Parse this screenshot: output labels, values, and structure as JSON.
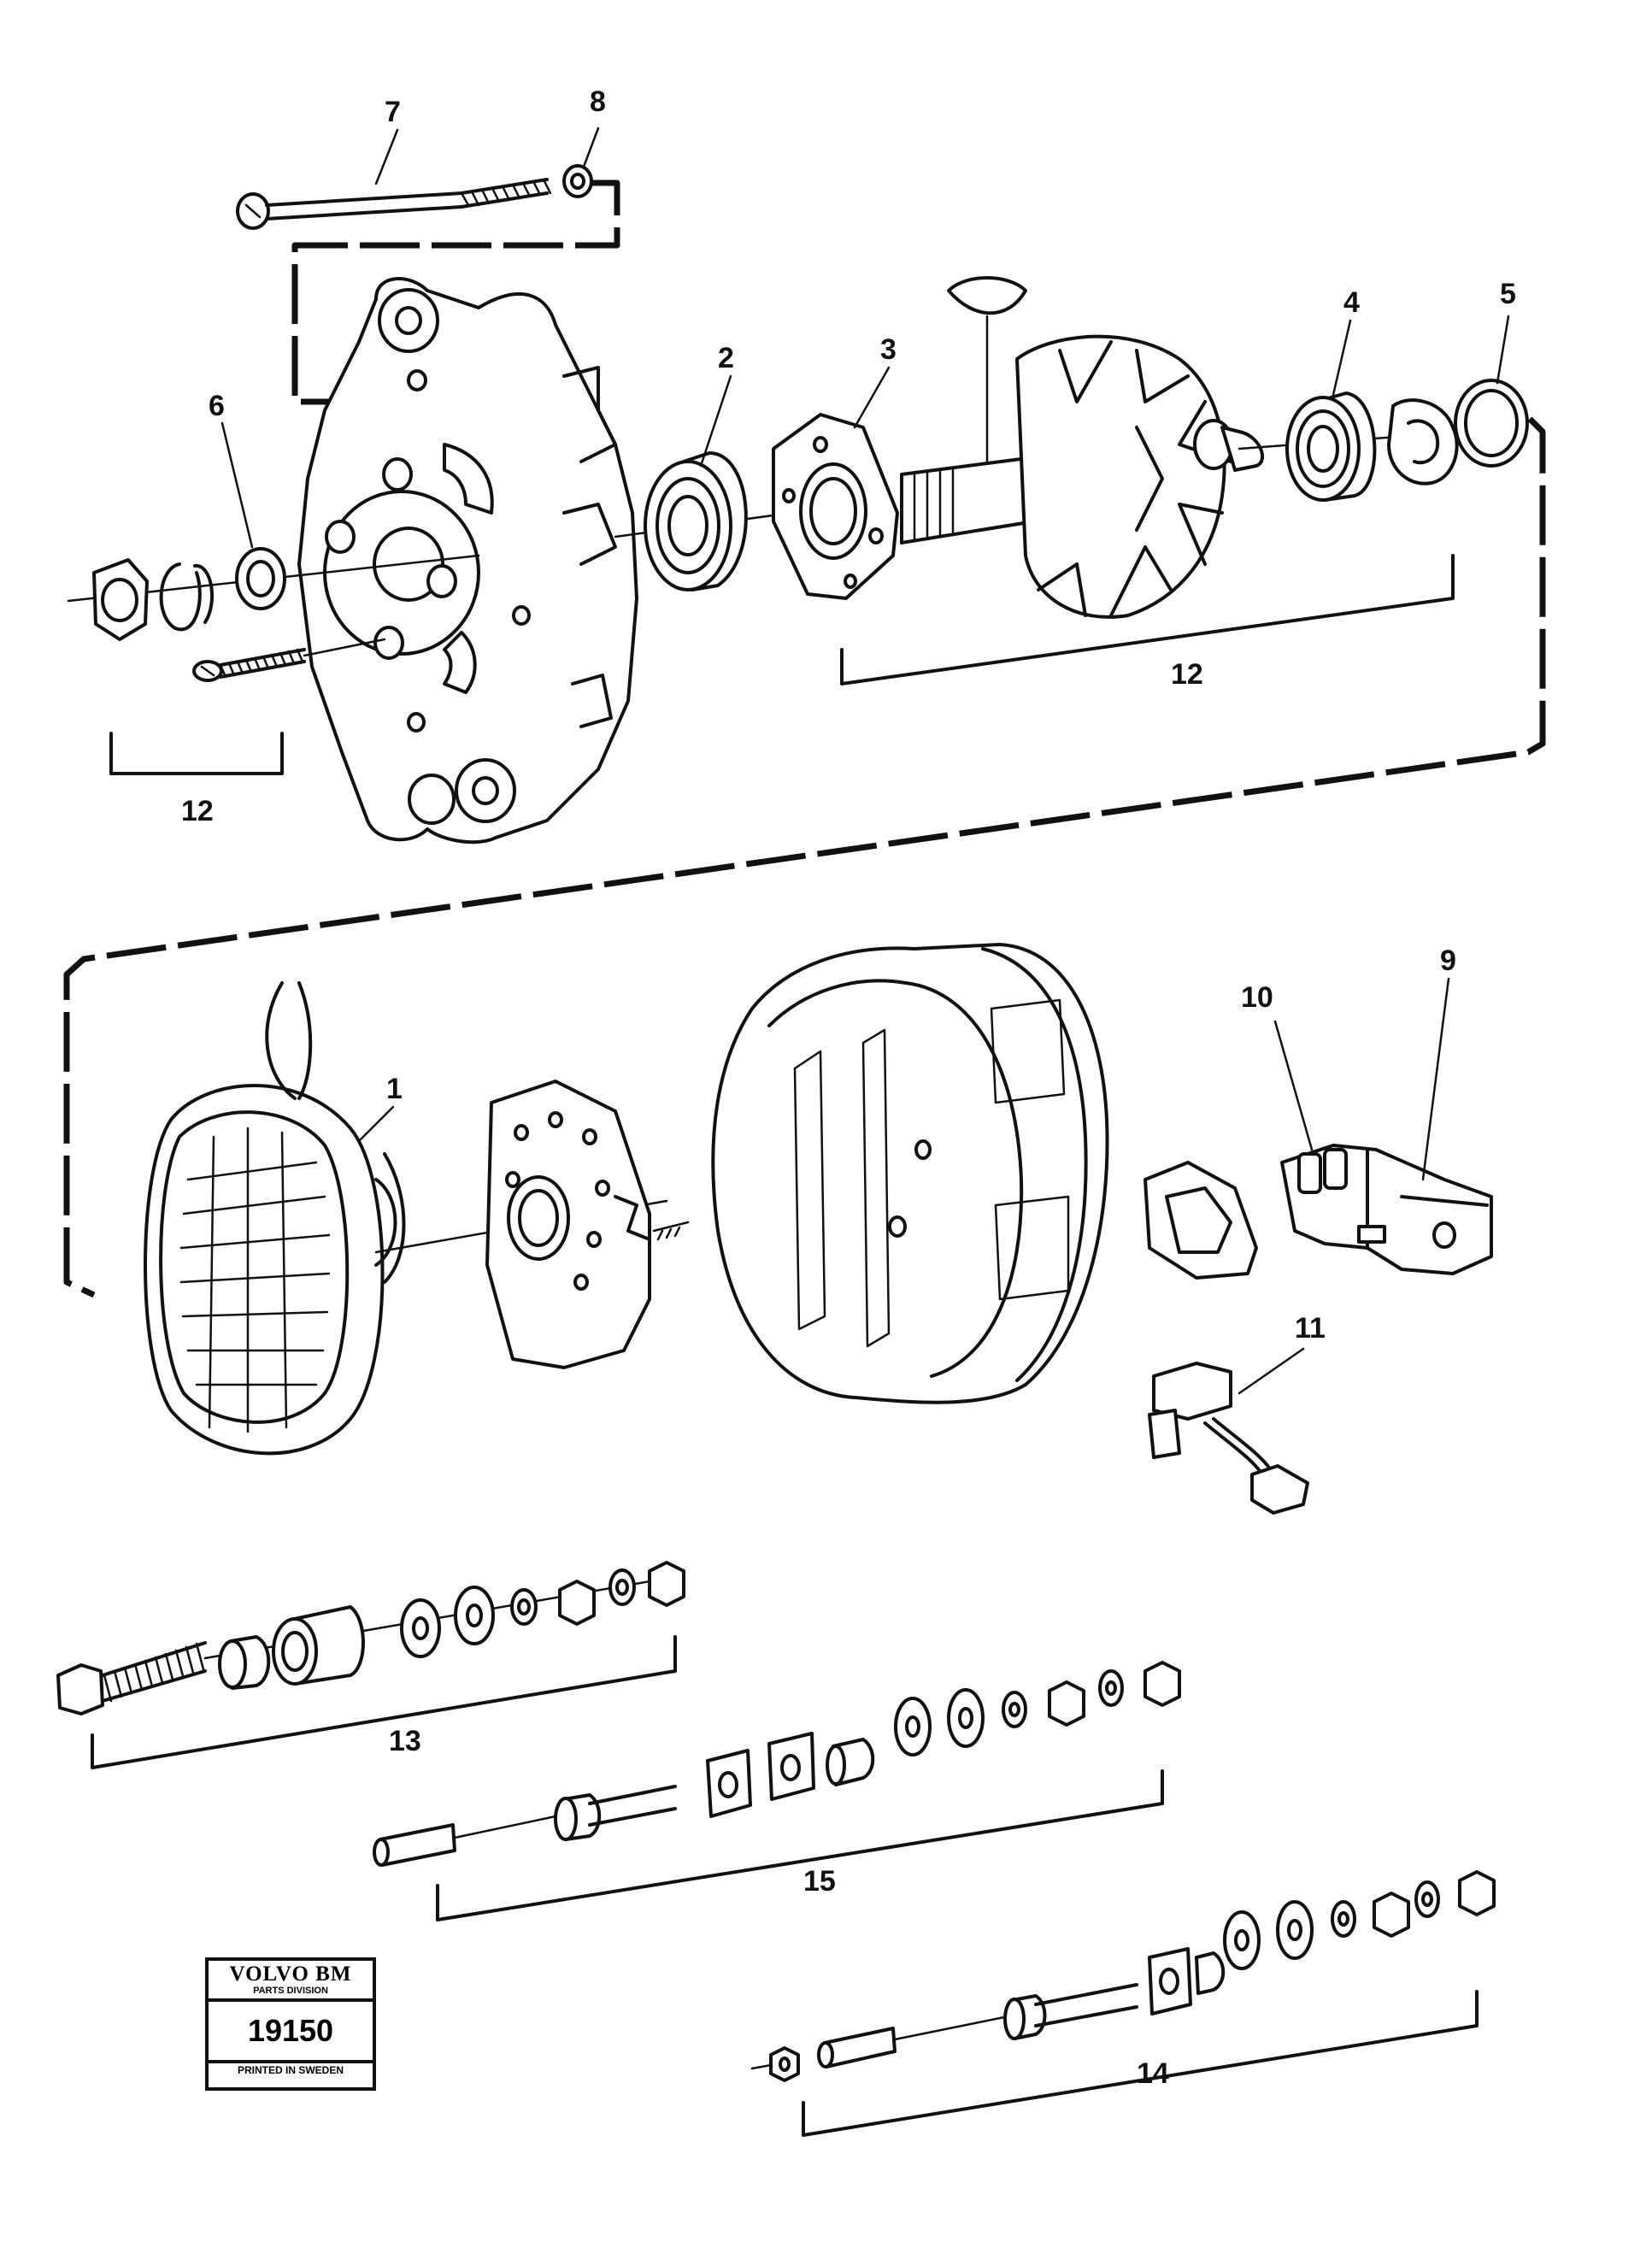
{
  "diagram": {
    "callouts": {
      "c1": "1",
      "c2": "2",
      "c3": "3",
      "c4": "4",
      "c5": "5",
      "c6": "6",
      "c7": "7",
      "c8": "8",
      "c9": "9",
      "c10": "10",
      "c11": "11",
      "c12a": "12",
      "c12b": "12",
      "c13": "13",
      "c14": "14",
      "c15": "15"
    }
  },
  "stamp": {
    "brand": "VOLVO BM",
    "division": "PARTS DIVISION",
    "number": "19150",
    "printed": "PRINTED IN SWEDEN"
  }
}
